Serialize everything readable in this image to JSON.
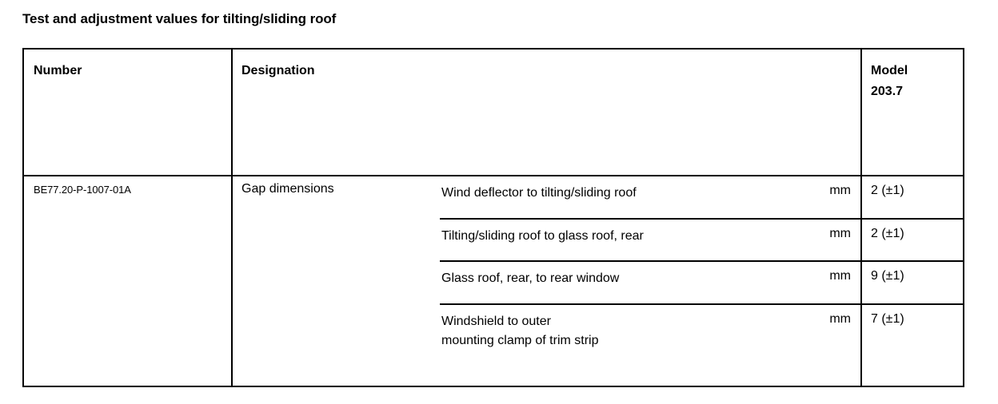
{
  "document": {
    "title": "Test and adjustment values for tilting/sliding roof"
  },
  "table": {
    "headers": {
      "number": "Number",
      "designation": "Designation",
      "model": "Model\n203.7"
    },
    "rows": [
      {
        "number": "BE77.20-P-1007-01A",
        "designation": "Gap dimensions",
        "items": [
          {
            "label": "Wind deflector to tilting/sliding roof",
            "unit": "mm",
            "value": "2 (±1)"
          },
          {
            "label": "Tilting/sliding roof to glass roof, rear",
            "unit": "mm",
            "value": "2 (±1)"
          },
          {
            "label": "Glass roof, rear, to rear window",
            "unit": "mm",
            "value": "9 (±1)"
          },
          {
            "label": "Windshield to outer\nmounting clamp of trim strip",
            "unit": "mm",
            "value": "7 (±1)"
          }
        ]
      }
    ]
  },
  "colors": {
    "background": "#ffffff",
    "text": "#000000",
    "rule": "#000000"
  }
}
